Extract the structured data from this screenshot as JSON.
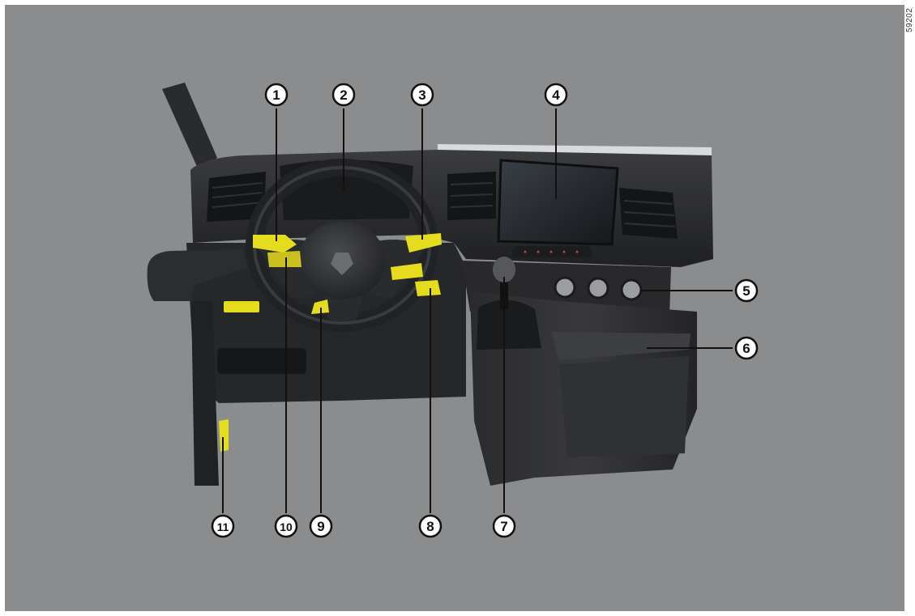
{
  "figure": {
    "reference_code": "59202",
    "colors": {
      "background": "#8a8c8e",
      "dashboard": "#2f3032",
      "highlight": "#e6dc1e",
      "callout_fill": "#ffffff",
      "callout_stroke": "#111111"
    }
  },
  "callouts": [
    {
      "id": "c1",
      "label": "1"
    },
    {
      "id": "c2",
      "label": "2"
    },
    {
      "id": "c3",
      "label": "3"
    },
    {
      "id": "c4",
      "label": "4"
    },
    {
      "id": "c5",
      "label": "5"
    },
    {
      "id": "c6",
      "label": "6"
    },
    {
      "id": "c7",
      "label": "7"
    },
    {
      "id": "c8",
      "label": "8"
    },
    {
      "id": "c9",
      "label": "9"
    },
    {
      "id": "c10",
      "label": "10"
    },
    {
      "id": "c11",
      "label": "11"
    }
  ]
}
